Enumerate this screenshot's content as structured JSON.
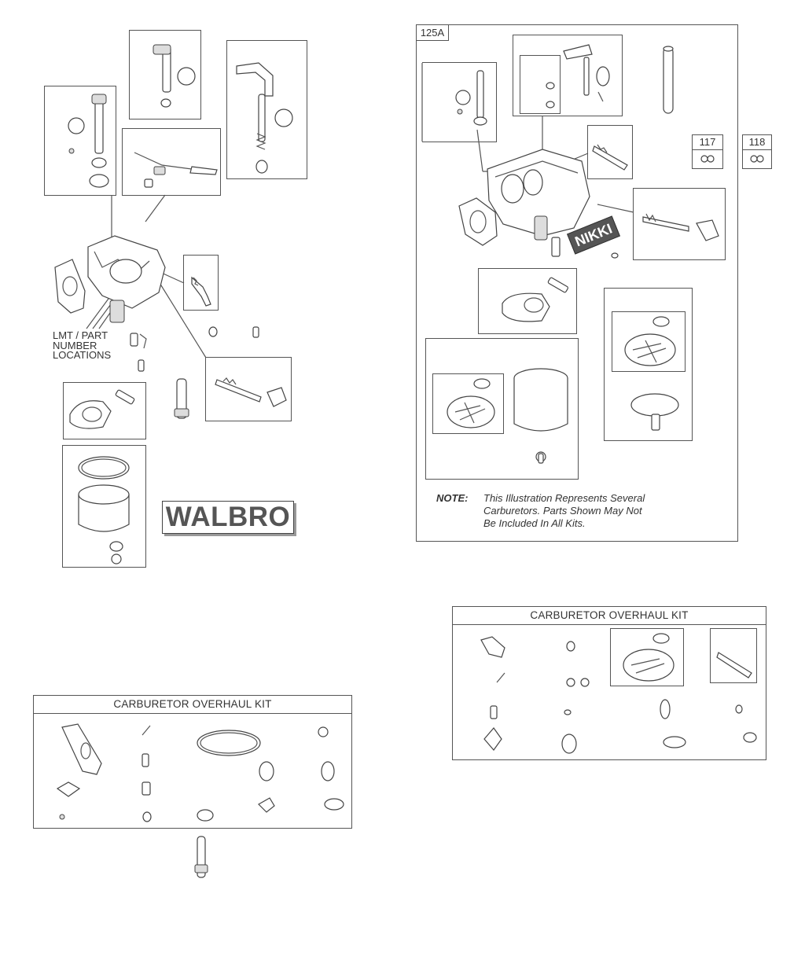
{
  "left_diagram": {
    "lmt_label": [
      "LMT / PART",
      "NUMBER",
      "LOCATIONS"
    ],
    "brand": "WALBRO"
  },
  "right_diagram": {
    "ref_main": "125A",
    "ref_117": "117",
    "ref_118": "118",
    "brand": "NIKKI",
    "note_label": "NOTE:",
    "note_lines": [
      "This Illustration Represents Several",
      "Carburetors. Parts Shown May Not",
      "Be Included In All Kits."
    ]
  },
  "kits": {
    "left_title": "CARBURETOR OVERHAUL KIT",
    "right_title": "CARBURETOR OVERHAUL KIT"
  }
}
